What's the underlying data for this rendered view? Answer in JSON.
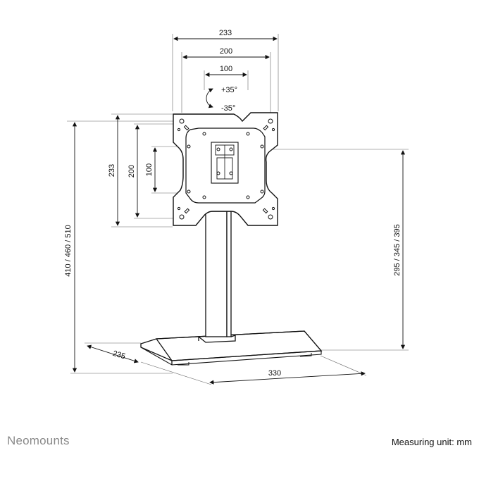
{
  "dimensions": {
    "width_outer": "233",
    "width_mid": "200",
    "width_inner": "100",
    "tilt_up": "+35°",
    "tilt_down": "-35°",
    "height_outer": "233",
    "height_mid": "200",
    "height_inner": "100",
    "total_height": "410 / 460 / 510",
    "pole_height": "295 / 345 / 395",
    "base_depth": "235",
    "base_width": "330"
  },
  "footer": {
    "brand": "Neomounts",
    "unit_note": "Measuring unit: mm"
  }
}
